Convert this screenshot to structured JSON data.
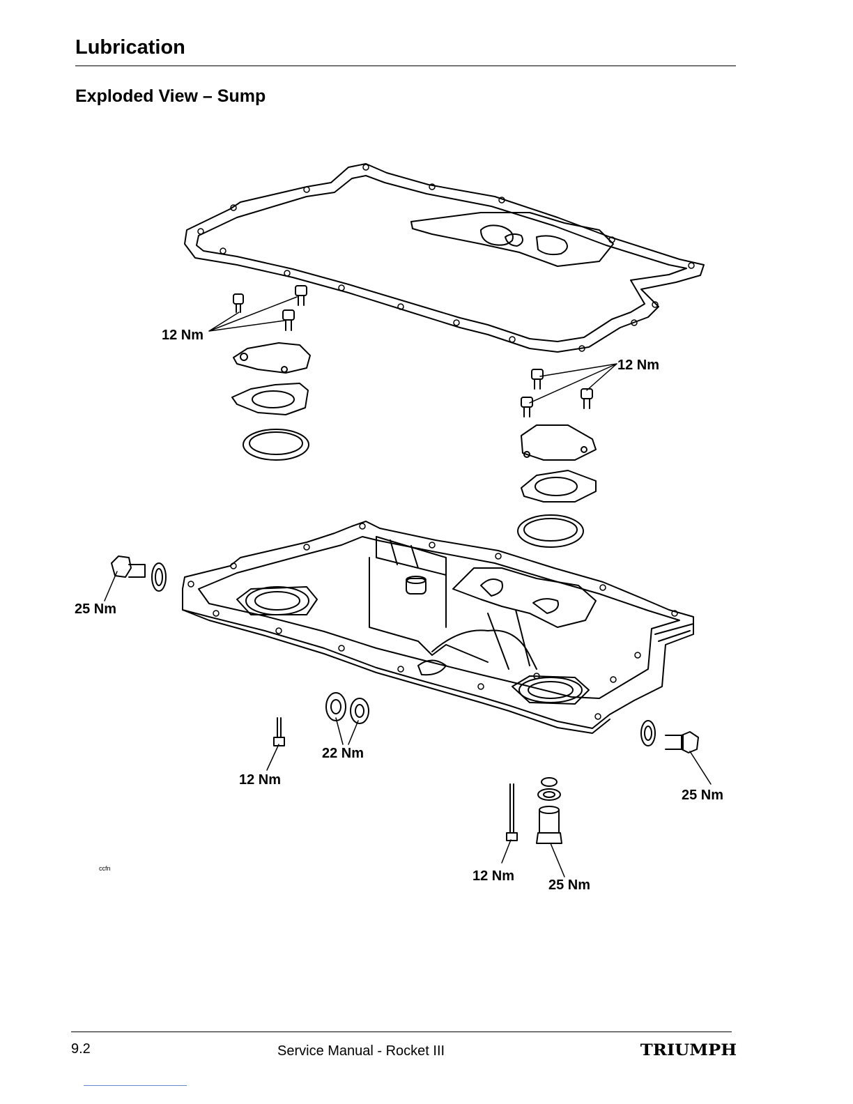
{
  "header": {
    "section": "Lubrication",
    "heading": "Exploded View – Sump"
  },
  "figure": {
    "ref_code": "ccfn",
    "torque_labels": [
      "12 Nm",
      "12 Nm",
      "25 Nm",
      "12 Nm",
      "22 Nm",
      "25 Nm",
      "12 Nm",
      "25 Nm"
    ]
  },
  "footer": {
    "page_number": "9.2",
    "manual_title": "Service Manual - Rocket III",
    "brand": "TRIUMPH"
  }
}
